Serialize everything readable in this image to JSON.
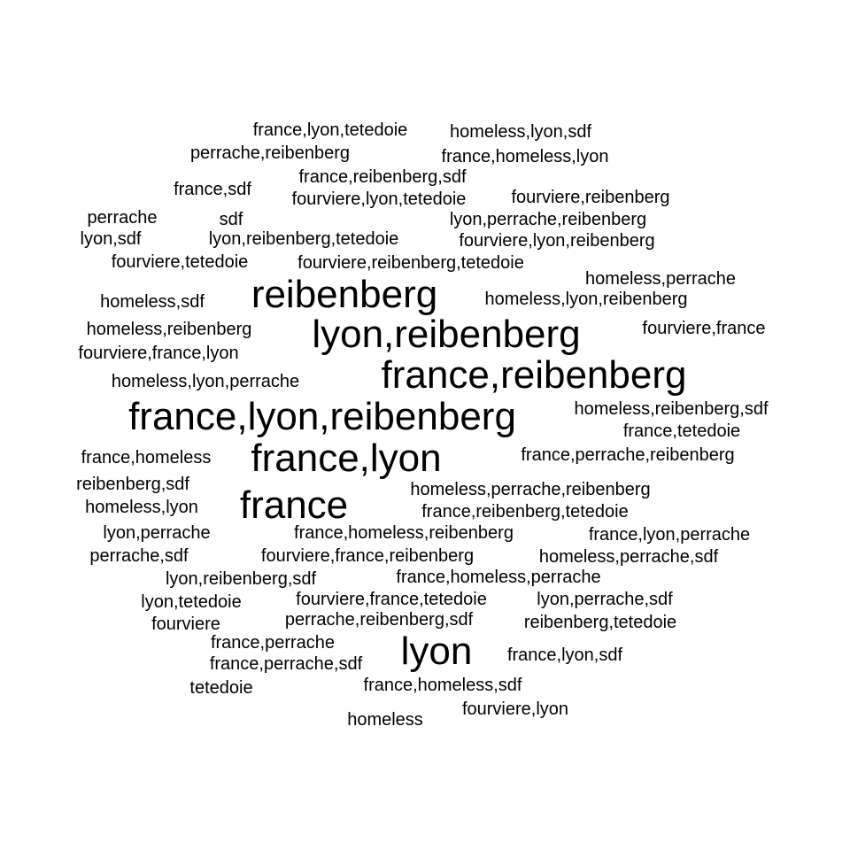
{
  "text_color": "#000000",
  "background_color": "#ffffff",
  "words": [
    {
      "text": "france,lyon,tetedoie",
      "weight": 1
    },
    {
      "text": "homeless,lyon,sdf",
      "weight": 1
    },
    {
      "text": "perrache,reibenberg",
      "weight": 1
    },
    {
      "text": "france,homeless,lyon",
      "weight": 1
    },
    {
      "text": "france,reibenberg,sdf",
      "weight": 1
    },
    {
      "text": "france,sdf",
      "weight": 1
    },
    {
      "text": "fourviere,lyon,tetedoie",
      "weight": 1
    },
    {
      "text": "fourviere,reibenberg",
      "weight": 1
    },
    {
      "text": "perrache",
      "weight": 1
    },
    {
      "text": "sdf",
      "weight": 1
    },
    {
      "text": "lyon,perrache,reibenberg",
      "weight": 1
    },
    {
      "text": "lyon,sdf",
      "weight": 1
    },
    {
      "text": "lyon,reibenberg,tetedoie",
      "weight": 1
    },
    {
      "text": "fourviere,lyon,reibenberg",
      "weight": 1
    },
    {
      "text": "fourviere,tetedoie",
      "weight": 1
    },
    {
      "text": "fourviere,reibenberg,tetedoie",
      "weight": 1
    },
    {
      "text": "homeless,perrache",
      "weight": 1
    },
    {
      "text": "reibenberg",
      "weight": 3
    },
    {
      "text": "homeless,lyon,reibenberg",
      "weight": 1
    },
    {
      "text": "homeless,sdf",
      "weight": 1
    },
    {
      "text": "lyon,reibenberg",
      "weight": 3
    },
    {
      "text": "homeless,reibenberg",
      "weight": 1
    },
    {
      "text": "fourviere,france",
      "weight": 1
    },
    {
      "text": "fourviere,france,lyon",
      "weight": 1
    },
    {
      "text": "france,reibenberg",
      "weight": 3
    },
    {
      "text": "homeless,lyon,perrache",
      "weight": 1
    },
    {
      "text": "france,lyon,reibenberg",
      "weight": 3
    },
    {
      "text": "homeless,reibenberg,sdf",
      "weight": 1
    },
    {
      "text": "france,tetedoie",
      "weight": 1
    },
    {
      "text": "france,homeless",
      "weight": 1
    },
    {
      "text": "france,lyon",
      "weight": 3
    },
    {
      "text": "france,perrache,reibenberg",
      "weight": 1
    },
    {
      "text": "reibenberg,sdf",
      "weight": 1
    },
    {
      "text": "homeless,perrache,reibenberg",
      "weight": 1
    },
    {
      "text": "homeless,lyon",
      "weight": 1
    },
    {
      "text": "france",
      "weight": 3
    },
    {
      "text": "france,reibenberg,tetedoie",
      "weight": 1
    },
    {
      "text": "lyon,perrache",
      "weight": 1
    },
    {
      "text": "france,homeless,reibenberg",
      "weight": 1
    },
    {
      "text": "france,lyon,perrache",
      "weight": 1
    },
    {
      "text": "perrache,sdf",
      "weight": 1
    },
    {
      "text": "fourviere,france,reibenberg",
      "weight": 1
    },
    {
      "text": "homeless,perrache,sdf",
      "weight": 1
    },
    {
      "text": "lyon,reibenberg,sdf",
      "weight": 1
    },
    {
      "text": "france,homeless,perrache",
      "weight": 1
    },
    {
      "text": "lyon,tetedoie",
      "weight": 1
    },
    {
      "text": "fourviere,france,tetedoie",
      "weight": 1
    },
    {
      "text": "lyon,perrache,sdf",
      "weight": 1
    },
    {
      "text": "fourviere",
      "weight": 1
    },
    {
      "text": "perrache,reibenberg,sdf",
      "weight": 1
    },
    {
      "text": "reibenberg,tetedoie",
      "weight": 1
    },
    {
      "text": "france,perrache",
      "weight": 1
    },
    {
      "text": "lyon",
      "weight": 3
    },
    {
      "text": "france,lyon,sdf",
      "weight": 1
    },
    {
      "text": "france,perrache,sdf",
      "weight": 1
    },
    {
      "text": "tetedoie",
      "weight": 1
    },
    {
      "text": "france,homeless,sdf",
      "weight": 1
    },
    {
      "text": "fourviere,lyon",
      "weight": 1
    },
    {
      "text": "homeless",
      "weight": 1
    }
  ]
}
